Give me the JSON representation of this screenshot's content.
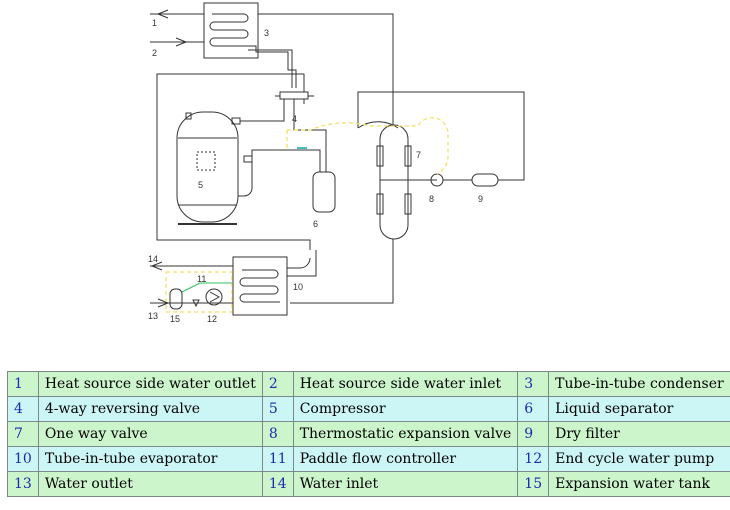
{
  "diagram_labels": {
    "l1": "1",
    "l2": "2",
    "l3": "3",
    "l4": "4",
    "l5": "5",
    "l6": "6",
    "l7": "7",
    "l8": "8",
    "l9": "9",
    "l10": "10",
    "l11": "11",
    "l12": "12",
    "l13": "13",
    "l14": "14",
    "l15": "15"
  },
  "colors": {
    "line": "#333333",
    "dashed_yellow": "#f0e060",
    "green": "#30c060",
    "cyan": "#40c0c0",
    "table_green": "#ccf5cc",
    "table_blue": "#ccf5f5",
    "number_blue": "#1a2bb0"
  },
  "legend": [
    [
      {
        "n": "1",
        "t": "Heat source side water outlet"
      },
      {
        "n": "2",
        "t": "Heat source side water inlet"
      },
      {
        "n": "3",
        "t": "Tube-in-tube condenser"
      }
    ],
    [
      {
        "n": "4",
        "t": "4-way reversing valve"
      },
      {
        "n": "5",
        "t": "Compressor"
      },
      {
        "n": "6",
        "t": "Liquid separator"
      }
    ],
    [
      {
        "n": "7",
        "t": "One way valve"
      },
      {
        "n": "8",
        "t": "Thermostatic expansion valve"
      },
      {
        "n": "9",
        "t": "Dry filter"
      }
    ],
    [
      {
        "n": "10",
        "t": "Tube-in-tube evaporator"
      },
      {
        "n": "11",
        "t": "Paddle flow controller"
      },
      {
        "n": "12",
        "t": "End cycle water pump"
      }
    ],
    [
      {
        "n": "13",
        "t": "Water outlet"
      },
      {
        "n": "14",
        "t": "Water inlet"
      },
      {
        "n": "15",
        "t": "Expansion water tank"
      }
    ]
  ]
}
